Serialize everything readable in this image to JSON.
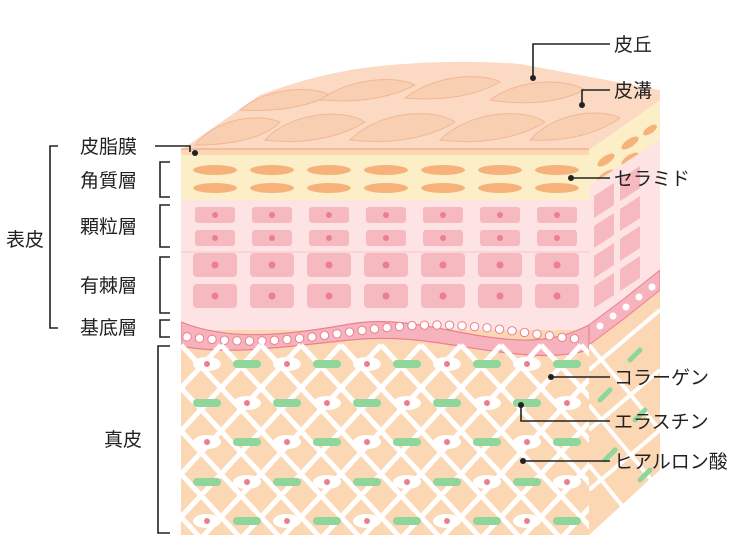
{
  "labels": {
    "hikyu": "皮丘",
    "hikou": "皮溝",
    "hishimaku": "皮脂膜",
    "kakushitsu": "角質層",
    "karyu": "顆粒層",
    "yuukyoku": "有棘層",
    "kitei": "基底層",
    "hyouhi": "表皮",
    "shinpi": "真皮",
    "ceramide": "セラミド",
    "collagen": "コラーゲン",
    "elastin": "エラスチン",
    "hyaluronic": "ヒアルロン酸"
  },
  "colors": {
    "stratum_corneum": "#fcefc8",
    "granular": "#fde3e3",
    "cell": "#f6b9c0",
    "nucleus": "#ec7f8e",
    "dermis": "#fcd7b4",
    "collagen": "#ffffff",
    "elastin": "#8fd69a",
    "ceramide": "#f6b27a",
    "skin_top": "#fbd9c2",
    "line": "#222222"
  }
}
